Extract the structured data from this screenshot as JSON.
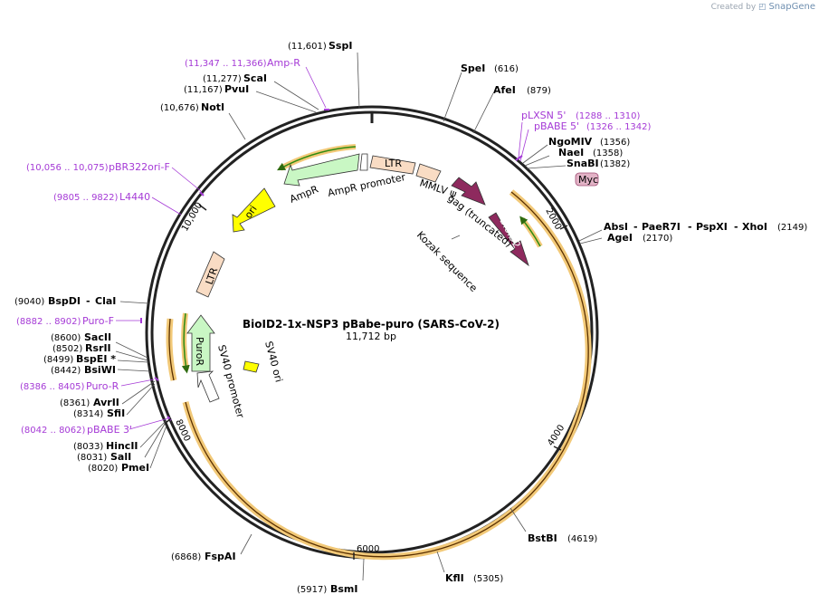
{
  "credit": {
    "prefix": "Created by",
    "brand": "SnapGene"
  },
  "plasmid": {
    "name": "BioID2-1x-NSP3 pBabe-puro (SARS-CoV-2)",
    "length": "11,712 bp"
  },
  "ticks": [
    {
      "label": "2000",
      "deg": 61.5
    },
    {
      "label": "4000",
      "deg": 123
    },
    {
      "label": "6000",
      "deg": 184.4
    },
    {
      "label": "8000",
      "deg": 245.9
    },
    {
      "label": "10,000",
      "deg": 307.4
    }
  ],
  "sites": [
    {
      "name": "SspI",
      "pos": "(11,601)"
    },
    {
      "name": "ScaI",
      "pos": "(11,277)"
    },
    {
      "name": "PvuI",
      "pos": "(11,167)"
    },
    {
      "name": "NotI",
      "pos": "(10,676)"
    },
    {
      "name": "SpeI",
      "pos": "(616)"
    },
    {
      "name": "AfeI",
      "pos": "(879)"
    },
    {
      "name": "NgoMIV",
      "pos": "(1356)"
    },
    {
      "name": "NaeI",
      "pos": "(1358)"
    },
    {
      "name": "SnaBI",
      "pos": "(1382)"
    },
    {
      "name": "AbsI",
      "pos": "(2149)"
    },
    {
      "name": "PaeR7I",
      "pos": ""
    },
    {
      "name": "PspXI",
      "pos": ""
    },
    {
      "name": "XhoI",
      "pos": ""
    },
    {
      "name": "AgeI",
      "pos": "(2170)"
    },
    {
      "name": "BspDI",
      "pos": "(9040)"
    },
    {
      "name": "ClaI",
      "pos": ""
    },
    {
      "name": "SacII",
      "pos": "(8600)"
    },
    {
      "name": "RsrII",
      "pos": "(8502)"
    },
    {
      "name": "BspEI *",
      "pos": "(8499)"
    },
    {
      "name": "BsiWI",
      "pos": "(8442)"
    },
    {
      "name": "AvrII",
      "pos": "(8361)"
    },
    {
      "name": "SfiI",
      "pos": "(8314)"
    },
    {
      "name": "HincII",
      "pos": "(8033)"
    },
    {
      "name": "SalI",
      "pos": "(8031)"
    },
    {
      "name": "PmeI",
      "pos": "(8020)"
    },
    {
      "name": "FspAI",
      "pos": "(6868)"
    },
    {
      "name": "BsmI",
      "pos": "(5917)"
    },
    {
      "name": "KflI",
      "pos": "(5305)"
    },
    {
      "name": "BstBI",
      "pos": "(4619)"
    }
  ],
  "primers": [
    {
      "name": "Amp-R",
      "range": "(11,347 .. 11,366)"
    },
    {
      "name": "pLXSN 5'",
      "range": "(1288 .. 1310)"
    },
    {
      "name": "pBABE 5'",
      "range": "(1326 .. 1342)"
    },
    {
      "name": "pBR322ori-F",
      "range": "(10,056 .. 10,075)"
    },
    {
      "name": "L4440",
      "range": "(9805 .. 9822)"
    },
    {
      "name": "Puro-F",
      "range": "(8882 .. 8902)"
    },
    {
      "name": "Puro-R",
      "range": "(8386 .. 8405)"
    },
    {
      "name": "pBABE 3'",
      "range": "(8042 .. 8062)"
    }
  ],
  "features": [
    {
      "name": "LTR",
      "color": "#f9dcc4"
    },
    {
      "name": "MMLV ψ",
      "color": "#f9dcc4"
    },
    {
      "name": "gag (truncated)",
      "color": "#8e2a5e"
    },
    {
      "name": "BioID2",
      "color": "#8e2a5e"
    },
    {
      "name": "Myc",
      "color": "#e2b3c6"
    },
    {
      "name": "Kozak sequence",
      "color": "#888888"
    },
    {
      "name": "AmpR",
      "color": "#c9f7c4"
    },
    {
      "name": "AmpR promoter",
      "color": "#ffffff"
    },
    {
      "name": "ori",
      "color": "#ffff00"
    },
    {
      "name": "LTR",
      "color": "#f9dcc4"
    },
    {
      "name": "PuroR",
      "color": "#c9f7c4"
    },
    {
      "name": "SV40 promoter",
      "color": "#ffffff"
    },
    {
      "name": "SV40 ori",
      "color": "#ffff00"
    }
  ],
  "colors": {
    "insert": "#f2c978",
    "primer": "#a53ad6",
    "backbone": "#222222"
  }
}
